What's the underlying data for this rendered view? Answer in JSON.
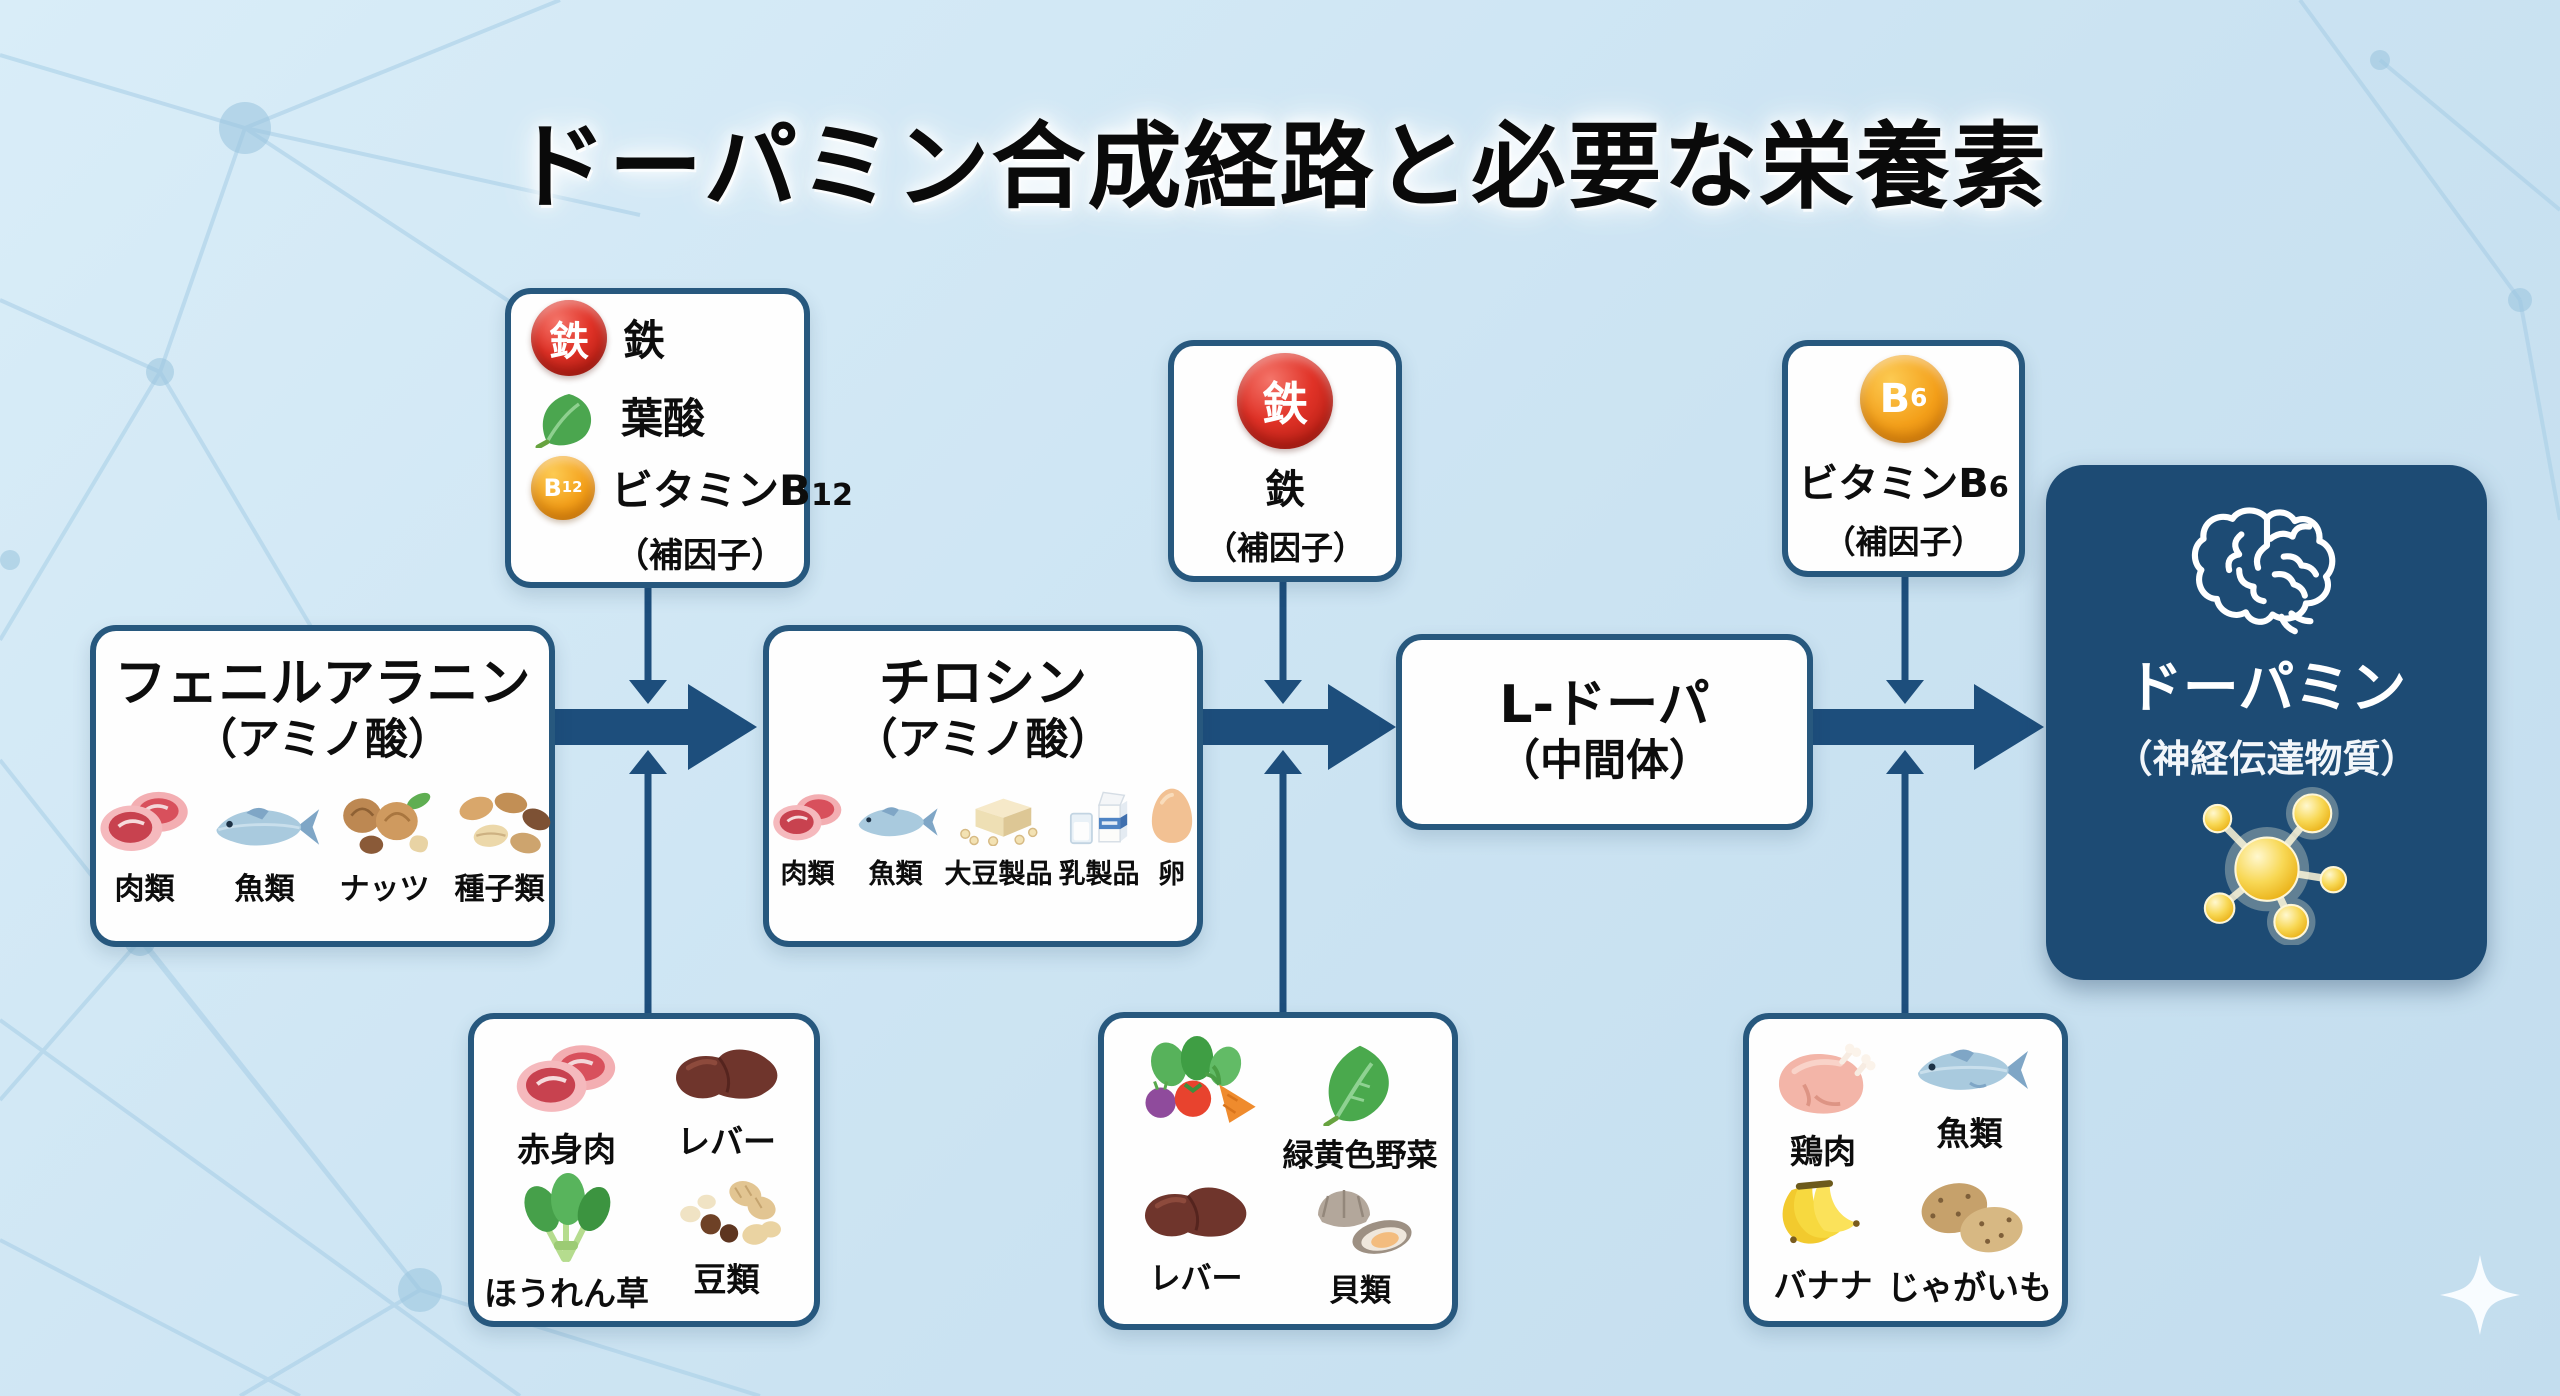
{
  "title": "ドーパミン合成経路と必要な栄養素",
  "cofactors": {
    "box1": {
      "items": [
        {
          "badge": "鉄",
          "label": "鉄"
        },
        {
          "label": "葉酸"
        },
        {
          "badge_main": "B",
          "badge_sub": "12",
          "label_main": "ビタミンB",
          "label_sub": "12"
        }
      ],
      "note": "（補因子）"
    },
    "box2": {
      "badge": "鉄",
      "label": "鉄",
      "note": "（補因子）"
    },
    "box3": {
      "badge_main": "B",
      "badge_sub": "6",
      "label_main": "ビタミンB",
      "label_sub": "6",
      "note": "（補因子）"
    }
  },
  "nodes": [
    {
      "title": "フェニルアラニン",
      "subtitle": "（アミノ酸）",
      "foods": [
        "肉類",
        "魚類",
        "ナッツ",
        "種子類"
      ]
    },
    {
      "title": "チロシン",
      "subtitle": "（アミノ酸）",
      "foods": [
        "肉類",
        "魚類",
        "大豆製品",
        "乳製品",
        "卵"
      ]
    },
    {
      "title": "L-ドーパ",
      "subtitle": "（中間体）"
    },
    {
      "title": "ドーパミン",
      "subtitle": "（神経伝達物質）"
    }
  ],
  "food_boxes": [
    {
      "labels": [
        "赤身肉",
        "レバー",
        "ほうれん草",
        "豆類"
      ]
    },
    {
      "labels": [
        "緑黄色野菜",
        "レバー",
        "貝類"
      ]
    },
    {
      "labels": [
        "鶏肉",
        "魚類",
        "バナナ",
        "じゃがいも"
      ]
    }
  ],
  "colors": {
    "background": "#cfe6f4",
    "box_border": "#27587e",
    "arrow_navy": "#1d4e7c",
    "dopamine_bg": "#1d4b74",
    "badge_red": "#d92c22",
    "badge_orange": "#f29d18",
    "molecule_gold": "#f5c922"
  }
}
